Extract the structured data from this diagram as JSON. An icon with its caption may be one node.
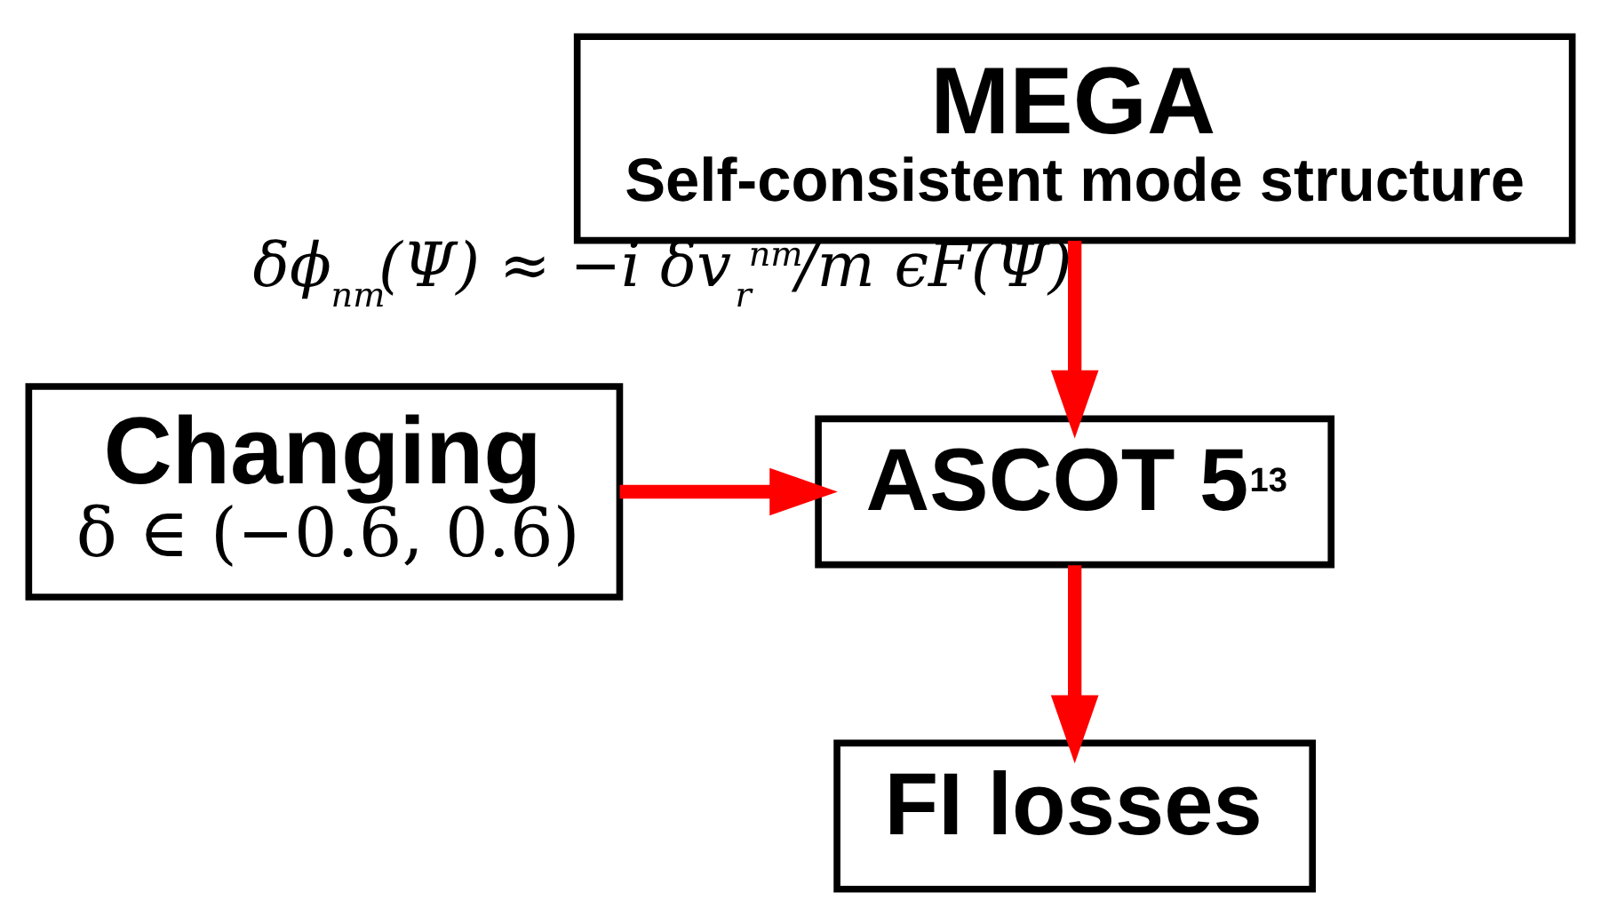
{
  "diagram": {
    "nodes": [
      {
        "text": [
          "MEGA",
          "Self-consistent mode structure"
        ]
      },
      {
        "text": [
          "Changing",
          "δ ∈ (−0.6, 0.6)"
        ]
      },
      {
        "text": [
          "ASCOT 5$^{13}$"
        ]
      },
      {
        "text": [
          "FI losses"
        ]
      }
    ],
    "edges": [
      {
        "from": 0,
        "to": 2,
        "arrow": "to",
        "label": "δϕ$_{nm}$(Ψ) ≈ −i δv$_{r}$$^{nm}$/m ϵF(Ψ)"
      },
      {
        "from": 1,
        "to": 2,
        "arrow": "to"
      },
      {
        "from": 2,
        "to": 3,
        "arrow": "to"
      }
    ]
  }
}
